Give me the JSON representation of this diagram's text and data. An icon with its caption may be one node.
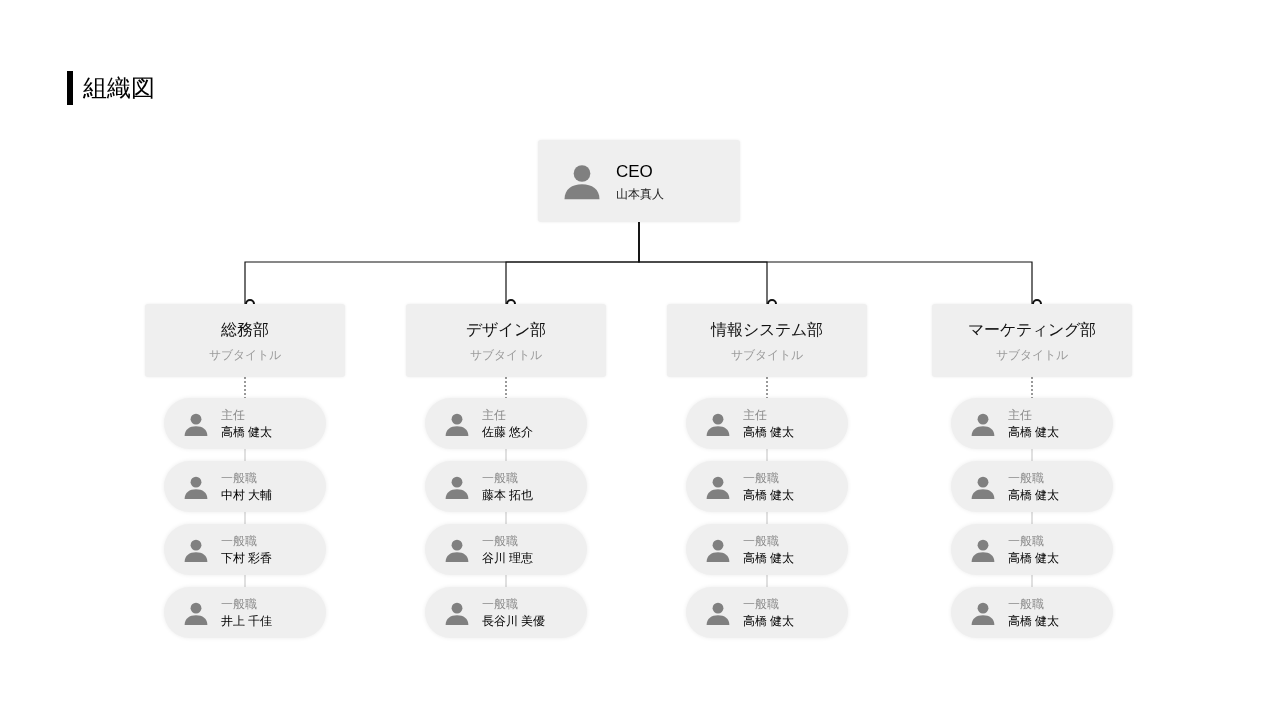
{
  "diagram": {
    "title": "組織図",
    "nodes": [
      {
        "text": [
          "CEO",
          "山本真人"
        ]
      },
      {
        "text": [
          "総務部",
          "サブタイトル"
        ]
      },
      {
        "text": [
          "デザイン部",
          "サブタイトル"
        ]
      },
      {
        "text": [
          "情報システム部",
          "サブタイトル"
        ]
      },
      {
        "text": [
          "マーケティング部",
          "サブタイトル"
        ]
      },
      {
        "text": [
          "主任",
          "高橋 健太"
        ]
      },
      {
        "text": [
          "一般職",
          "中村 大輔"
        ]
      },
      {
        "text": [
          "一般職",
          "下村 彩香"
        ]
      },
      {
        "text": [
          "一般職",
          "井上 千佳"
        ]
      },
      {
        "text": [
          "主任",
          "佐藤 悠介"
        ]
      },
      {
        "text": [
          "一般職",
          "藤本 拓也"
        ]
      },
      {
        "text": [
          "一般職",
          "谷川 理恵"
        ]
      },
      {
        "text": [
          "一般職",
          "長谷川 美優"
        ]
      },
      {
        "text": [
          "主任",
          "高橋 健太"
        ]
      },
      {
        "text": [
          "一般職",
          "高橋 健太"
        ]
      },
      {
        "text": [
          "一般職",
          "高橋 健太"
        ]
      },
      {
        "text": [
          "一般職",
          "高橋 健太"
        ]
      },
      {
        "text": [
          "主任",
          "高橋 健太"
        ]
      },
      {
        "text": [
          "一般職",
          "高橋 健太"
        ]
      },
      {
        "text": [
          "一般職",
          "高橋 健太"
        ]
      },
      {
        "text": [
          "一般職",
          "高橋 健太"
        ]
      }
    ],
    "edges": [
      {
        "from": 0,
        "to": 1,
        "arrow": "other",
        "color": "#111111"
      },
      {
        "from": 0,
        "to": 2,
        "arrow": "other",
        "color": "#111111"
      },
      {
        "from": 0,
        "to": 3,
        "arrow": "other",
        "color": "#111111"
      },
      {
        "from": 0,
        "to": 4,
        "arrow": "other",
        "color": "#111111"
      },
      {
        "from": 1,
        "to": 5,
        "arrow": "none",
        "style": "dashed",
        "color": "#555555"
      },
      {
        "from": 5,
        "to": 6,
        "arrow": "none"
      },
      {
        "from": 6,
        "to": 7,
        "arrow": "none"
      },
      {
        "from": 7,
        "to": 8,
        "arrow": "none"
      },
      {
        "from": 2,
        "to": 9,
        "arrow": "none",
        "style": "dashed",
        "color": "#555555"
      },
      {
        "from": 9,
        "to": 10,
        "arrow": "none"
      },
      {
        "from": 10,
        "to": 11,
        "arrow": "none"
      },
      {
        "from": 11,
        "to": 12,
        "arrow": "none"
      },
      {
        "from": 3,
        "to": 13,
        "arrow": "none",
        "style": "dashed",
        "color": "#555555"
      },
      {
        "from": 13,
        "to": 14,
        "arrow": "none"
      },
      {
        "from": 14,
        "to": 15,
        "arrow": "none"
      },
      {
        "from": 15,
        "to": 16,
        "arrow": "none"
      },
      {
        "from": 4,
        "to": 17,
        "arrow": "none",
        "style": "dashed",
        "color": "#555555"
      },
      {
        "from": 17,
        "to": 18,
        "arrow": "none"
      },
      {
        "from": 18,
        "to": 19,
        "arrow": "none"
      },
      {
        "from": 19,
        "to": 20,
        "arrow": "none"
      }
    ]
  }
}
